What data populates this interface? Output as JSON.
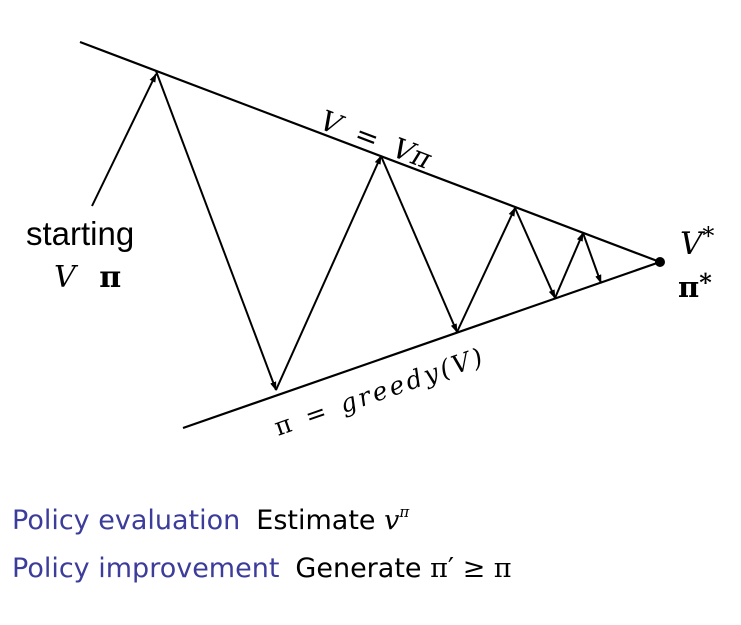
{
  "diagram": {
    "top_line_label": {
      "lhs": "V",
      "eq": "=",
      "rhs": "Vπ"
    },
    "bottom_line_label": {
      "lhs": "π",
      "eq": "=",
      "rhs": "greedy(V)"
    },
    "start_label": {
      "word": "starting",
      "v": "V",
      "pi": "π"
    },
    "convergence_label": {
      "v": "V",
      "v_star": "*",
      "pi": "π",
      "pi_star": "*"
    }
  },
  "definitions": [
    {
      "term": "Policy evaluation",
      "desc": "Estimate",
      "math_base": "v",
      "math_sup": "π"
    },
    {
      "term": "Policy improvement",
      "desc": "Generate",
      "math": "π′ ≥ π"
    }
  ],
  "colors": {
    "term": "#3c3c9b",
    "lines": "#000000"
  }
}
